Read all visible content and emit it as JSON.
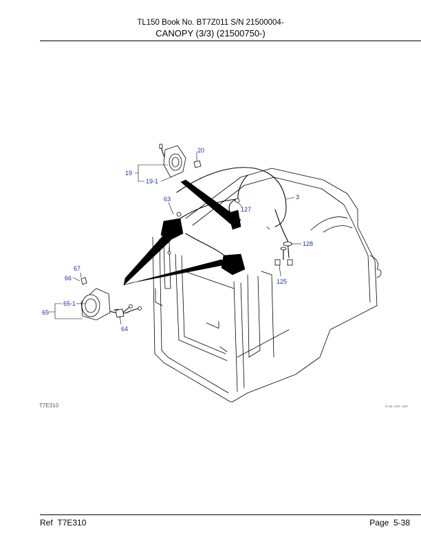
{
  "header": {
    "line1": "TL150  Book No. BT7Z011  S/N 21500004-",
    "line2": "CANOPY (3/3) (21500750-)"
  },
  "figure": {
    "code": "T7E310",
    "stamp": "5=18. 1/10. 1/15",
    "callouts": [
      "19",
      "19-1",
      "20",
      "3",
      "127",
      "63",
      "128",
      "125",
      "67",
      "66",
      "65",
      "65-1",
      "64"
    ]
  },
  "footer": {
    "ref_label": "Ref",
    "ref_code": "T7E310",
    "page_label": "Page",
    "page_number": "5-38"
  },
  "colors": {
    "callout": "#1a2fb4"
  }
}
